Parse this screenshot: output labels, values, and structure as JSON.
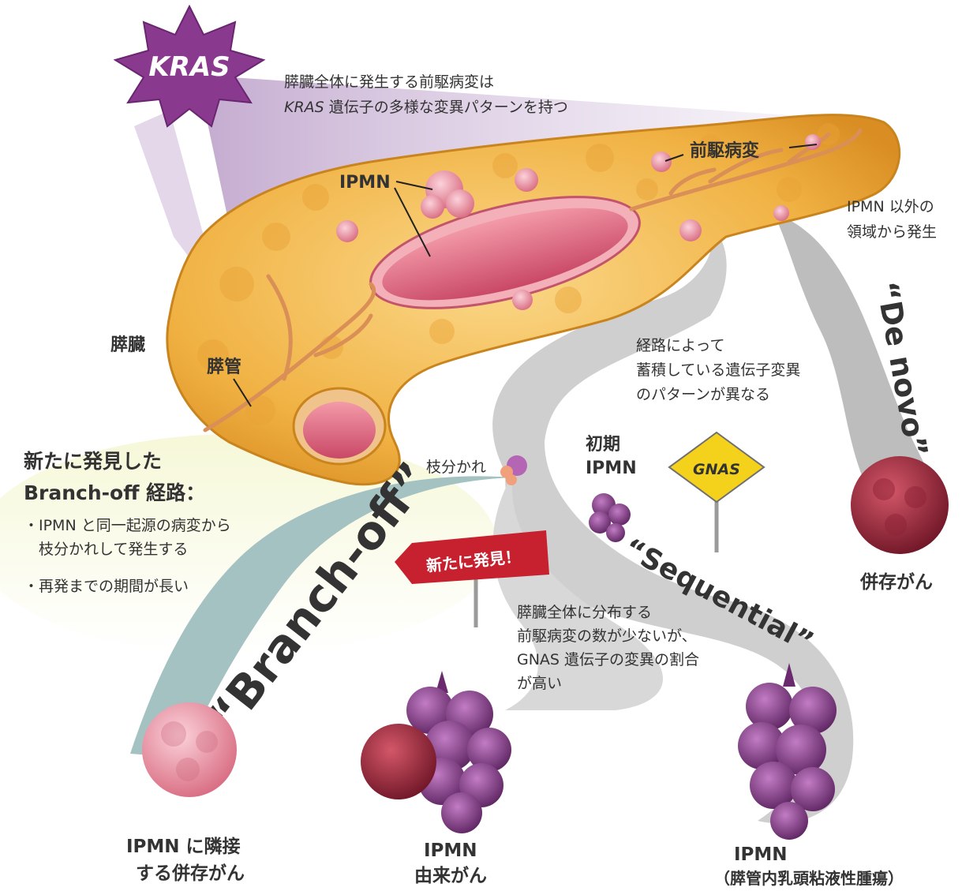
{
  "kras_badge": "KRAS",
  "kras_caption": {
    "line1": "膵臓全体に発生する前駆病変は",
    "line2_italic": "KRAS",
    "line2_rest": " 遺伝子の多様な変異パターンを持つ"
  },
  "labels": {
    "pancreas": "膵臓",
    "duct": "膵管",
    "ipmn": "IPMN",
    "precursor": "前駆病変",
    "ipmn_other_1": "IPMN 以外の",
    "ipmn_other_2": "領域から発生",
    "branch_point": "枝分かれ",
    "early_ipmn_1": "初期",
    "early_ipmn_2": "IPMN",
    "gnas_sign": "GNAS",
    "new_found_sign": "新たに発見！"
  },
  "route_note": [
    "経路によって",
    "蓄積している遺伝子変異",
    "のパターンが異なる"
  ],
  "sequential_note": [
    "膵臓全体に分布する",
    "前駆病変の数が少ないが、",
    "GNAS 遺伝子の変異の割合",
    "が高い"
  ],
  "branch_off_block": {
    "title_1": "新たに発見した",
    "title_2": "Branch-off 経路：",
    "bullet_1a": "・IPMN と同一起源の病変から",
    "bullet_1b": "　枝分かれして発生する",
    "bullet_2": "・再発までの期間が長い"
  },
  "pathways": {
    "branch_off": "“Branch-off”",
    "sequential": "“Sequential”",
    "de_novo": "“De novo”"
  },
  "outcomes": {
    "concomitant_1": "併存がん",
    "adjacent_1": "IPMN に隣接",
    "adjacent_2": "する併存がん",
    "derived_1": "IPMN",
    "derived_2": "由来がん",
    "ipmn_tumor_1": "IPMN",
    "ipmn_tumor_2": "（膵管内乳頭粘液性腫瘍）"
  },
  "colors": {
    "pancreas": "#f2b545",
    "duct": "#e06a78",
    "kras": "#8a3a8e",
    "branch_path": "#9fbcbc",
    "gray_path": "#c9c9c9",
    "red_text": "#d7121f",
    "gnas_sign": "#f4d21c",
    "pink_tumor": "#ea8fa0",
    "purple_tumor": "#8b3f8c",
    "dark_red_tumor": "#a32c40"
  }
}
